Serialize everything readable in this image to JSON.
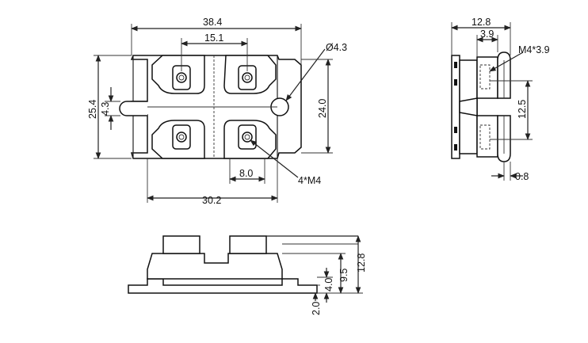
{
  "colors": {
    "line": "#222222",
    "background": "#ffffff"
  },
  "top_view": {
    "width_overall": "38.4",
    "width_inner": "15.1",
    "hole_dia": "Ø4.3",
    "height_overall": "25.4",
    "slot_width": "4.3",
    "height_inner": "24.0",
    "pitch_x": "8.0",
    "base_width": "30.2",
    "screw": "4*M4"
  },
  "side_view": {
    "width": "12.8",
    "terminal_offset": "3.9",
    "screw_depth": "M4*3.9",
    "pitch_y": "12.5",
    "gap": "0.8"
  },
  "front_view": {
    "height_overall": "12.8",
    "height_body": "9.5",
    "height_step": "4.0",
    "base_thickness": "2.0"
  }
}
